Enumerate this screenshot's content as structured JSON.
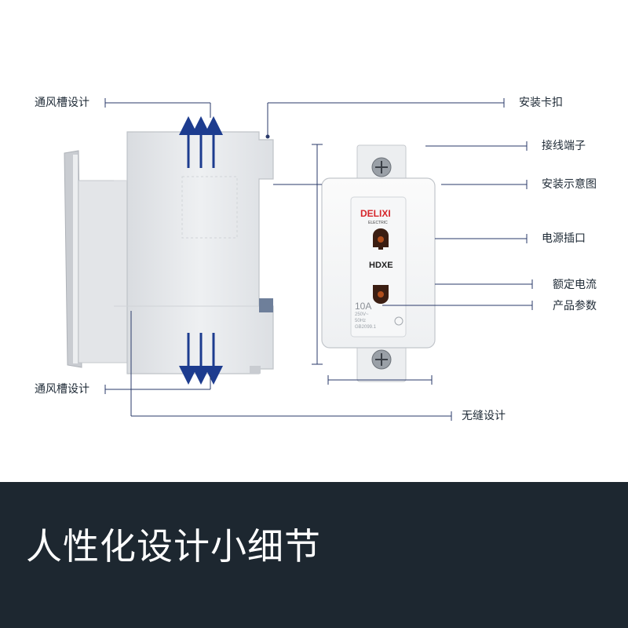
{
  "callouts": {
    "vent_top": "通风槽设计",
    "vent_bottom": "通风槽设计",
    "mount_clip": "安装卡扣",
    "terminal": "接线端子",
    "install_diagram": "安装示意图",
    "power_outlet": "电源插口",
    "rated_current": "额定电流",
    "product_params": "产品参数",
    "seamless": "无缝设计"
  },
  "product_face": {
    "brand": "DELIXI",
    "brand_sub": "ELECTRIC",
    "model": "HDXE",
    "rating": "10A",
    "voltage": "250V~",
    "frequency": "50Hz",
    "standard": "GB2099.1"
  },
  "footer": {
    "title": "人性化设计小细节"
  },
  "colors": {
    "leader_line": "#2a3a6a",
    "arrow": "#1d3c8f",
    "footer_bg": "#1d2730",
    "brand_red": "#d6262b"
  }
}
